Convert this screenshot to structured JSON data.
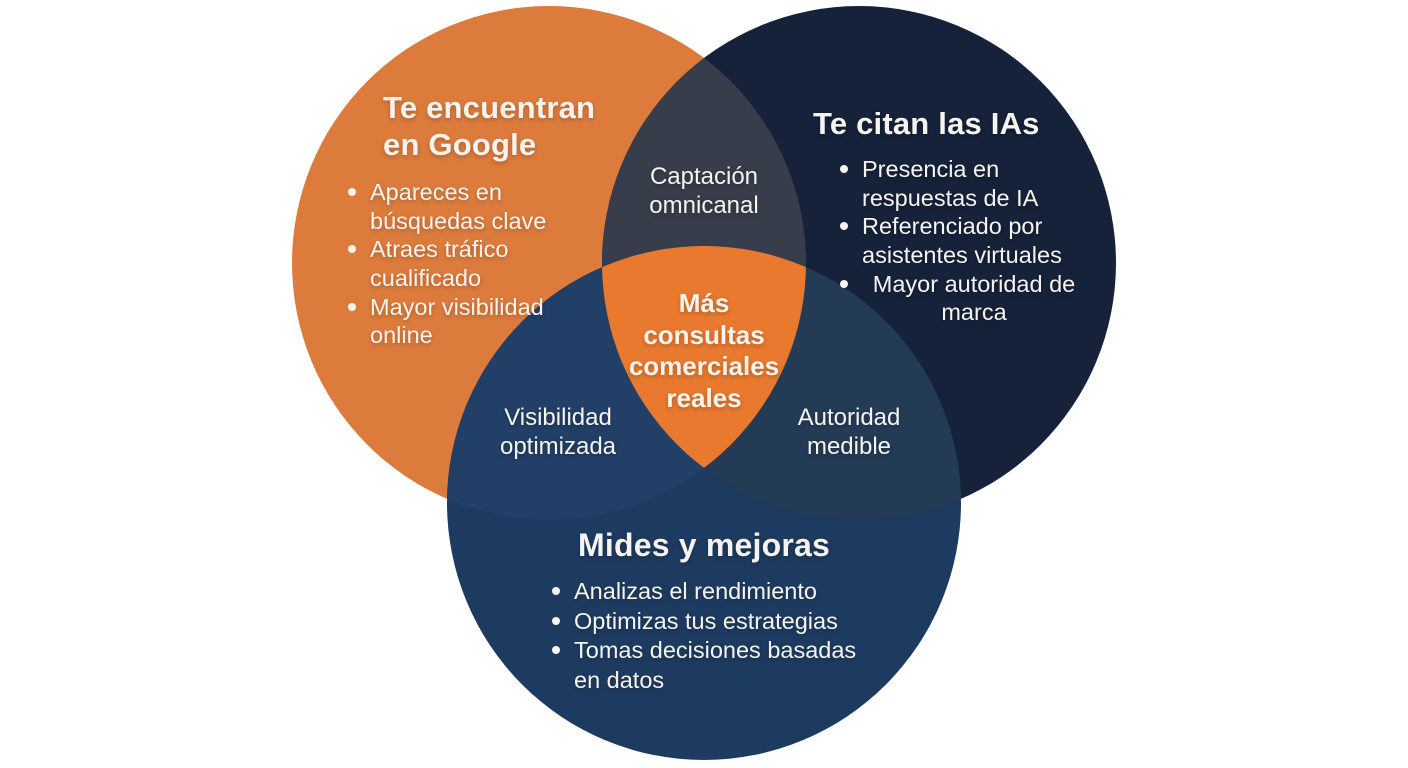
{
  "diagram_type": "venn-3",
  "colors": {
    "background": "#FFFFFF",
    "circle_google": "#DC7B3C",
    "circle_ia": "#15223A",
    "circle_mides": "#1D3B60",
    "overlap_google_ia": "#373D4A",
    "overlap_google_mides": "#213F67",
    "overlap_ia_mides": "#243B56",
    "overlap_center": "#E8792E",
    "text": "#F7F4EF"
  },
  "venn": {
    "google": {
      "title": "Te encuentran\nen Google",
      "bullets": [
        "Apareces en búsquedas clave",
        "Atraes tráfico cualificado",
        "Mayor visibilidad online"
      ]
    },
    "ia": {
      "title": "Te citan las IAs",
      "bullets": [
        "Presencia en respuestas de IA",
        "Referenciado por asistentes virtuales",
        "Mayor autoridad de marca"
      ]
    },
    "mides": {
      "title": "Mides y mejoras",
      "bullets": [
        "Analizas el rendimiento",
        "Optimizas tus estrategias",
        "Tomas decisiones basadas en datos"
      ]
    },
    "overlaps": {
      "google_ia": "Captación\nomnicanal",
      "google_mides": "Visibilidad\noptimizada",
      "ia_mides": "Autoridad\nmedible",
      "center": "Más\nconsultas\ncomerciales\nreales"
    }
  }
}
